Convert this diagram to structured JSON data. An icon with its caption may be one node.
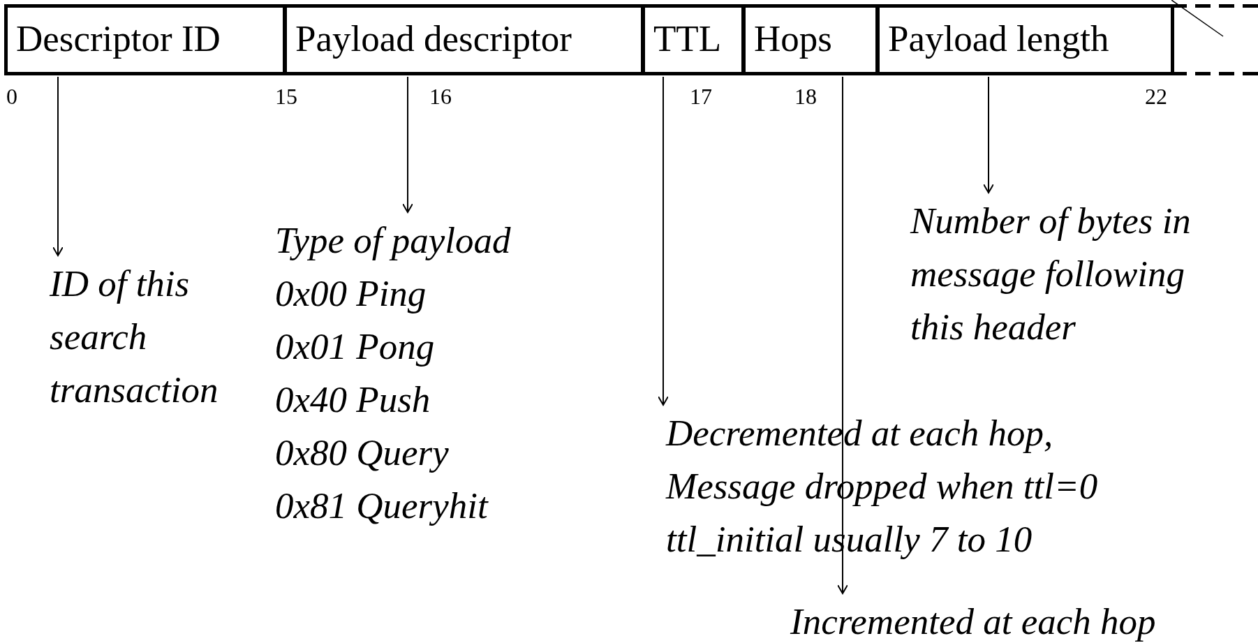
{
  "diagram": {
    "nodes": [
      {
        "text": [
          "Descriptor ID"
        ]
      },
      {
        "text": [
          "Payload descriptor"
        ]
      },
      {
        "text": [
          "TTL"
        ]
      },
      {
        "text": [
          "Hops"
        ]
      },
      {
        "text": [
          "Payload length"
        ]
      },
      {
        "text": [],
        "shape": "box"
      },
      {
        "text": [
          "ID of this search transaction"
        ]
      },
      {
        "text": [
          "Type of payload",
          "0x00 Ping",
          "0x01 Pong",
          "0x40 Push",
          "0x80 Query",
          "0x81 Queryhit"
        ]
      },
      {
        "text": [
          "Number of bytes in message following this header"
        ]
      },
      {
        "text": [
          "Decremented at each hop,",
          "Message dropped when ttl=0",
          "ttl_initial usually 7 to 10"
        ]
      },
      {
        "text": [
          "Incremented at each hop"
        ]
      }
    ],
    "edges": [
      {
        "from": 0,
        "to": 6,
        "arrow": "to"
      },
      {
        "from": 1,
        "to": 7,
        "arrow": "to"
      },
      {
        "from": 2,
        "to": 9,
        "arrow": "to"
      },
      {
        "from": 3,
        "to": 10,
        "arrow": "to"
      },
      {
        "from": 4,
        "to": 8,
        "arrow": "to"
      }
    ],
    "labels": [
      "0",
      "15",
      "16",
      "17",
      "18",
      "22"
    ]
  }
}
